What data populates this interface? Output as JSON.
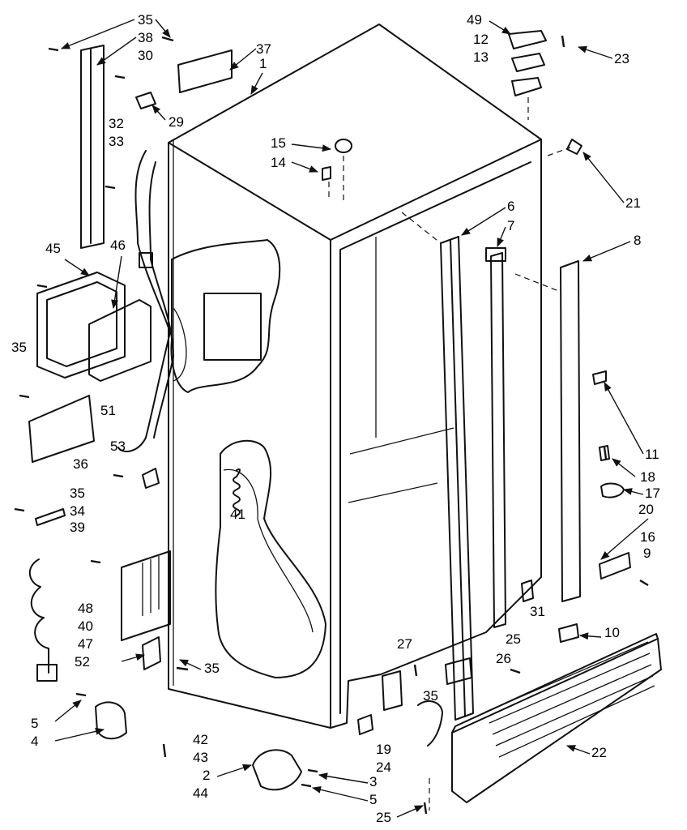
{
  "callouts": [
    "35",
    "38",
    "30",
    "29",
    "32",
    "33",
    "37",
    "1",
    "15",
    "14",
    "49",
    "12",
    "13",
    "23",
    "21",
    "6",
    "7",
    "8",
    "45",
    "46",
    "35",
    "51",
    "53",
    "36",
    "35",
    "34",
    "39",
    "41",
    "11",
    "18",
    "17",
    "20",
    "16",
    "9",
    "48",
    "40",
    "47",
    "52",
    "35",
    "31",
    "10",
    "25",
    "27",
    "35",
    "26",
    "19",
    "24",
    "22",
    "5",
    "4",
    "42",
    "43",
    "2",
    "44",
    "3",
    "5",
    "25"
  ]
}
